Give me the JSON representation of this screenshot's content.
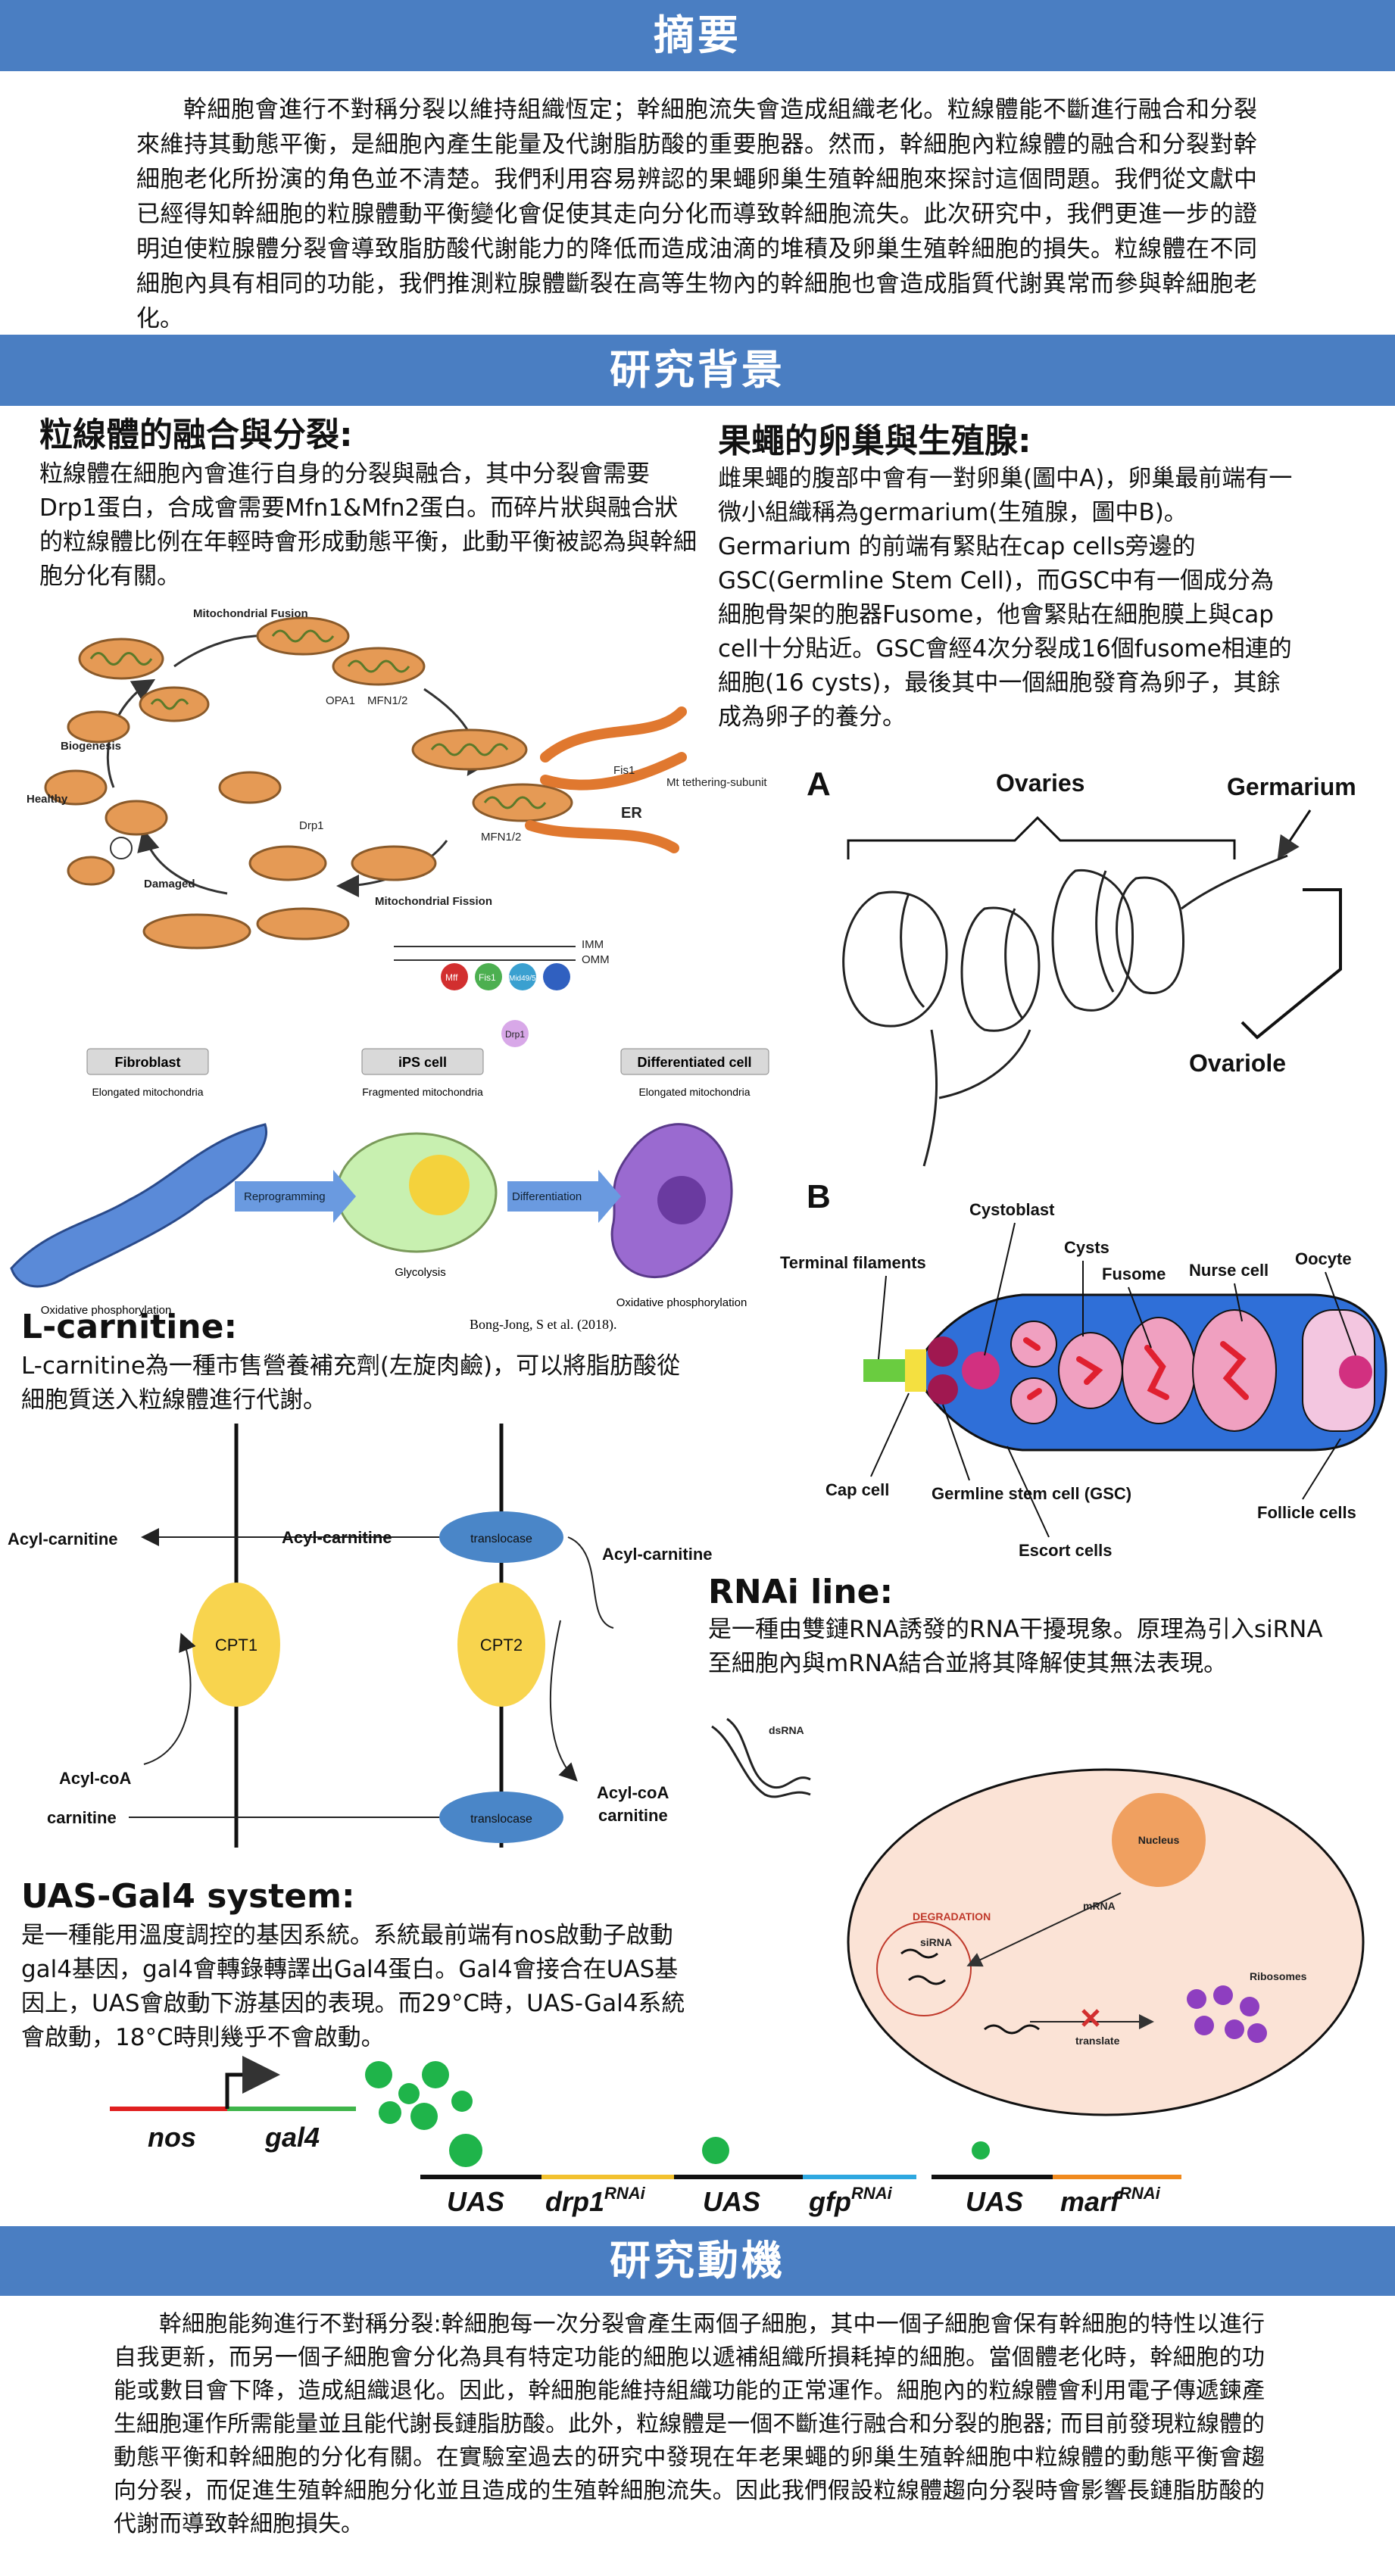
{
  "sections": {
    "abstract": {
      "title": "摘要",
      "text": "幹細胞會進行不對稱分裂以維持組織恆定；幹細胞流失會造成組織老化。粒線體能不斷進行融合和分裂來維持其動態平衡，是細胞內產生能量及代謝脂肪酸的重要胞器。然而，幹細胞內粒線體的融合和分裂對幹細胞老化所扮演的角色並不清楚。我們利用容易辨認的果蠅卵巢生殖幹細胞來探討這個問題。我們從文獻中已經得知幹細胞的粒腺體動平衡變化會促使其走向分化而導致幹細胞流失。此次研究中，我們更進一步的證明迫使粒腺體分裂會導致脂肪酸代謝能力的降低而造成油滴的堆積及卵巢生殖幹細胞的損失。粒線體在不同細胞內具有相同的功能，我們推測粒腺體斷裂在高等生物內的幹細胞也會造成脂質代謝異常而參與幹細胞老化。"
    },
    "background": {
      "title": "研究背景"
    },
    "motivation": {
      "title": "研究動機",
      "text": "幹細胞能夠進行不對稱分裂:幹細胞每一次分裂會產生兩個子細胞，其中一個子細胞會保有幹細胞的特性以進行自我更新，而另一個子細胞會分化為具有特定功能的細胞以遞補組織所損耗掉的細胞。當個體老化時，幹細胞的功能或數目會下降，造成組織退化。因此，幹細胞能維持組織功能的正常運作。細胞內的粒線體會利用電子傳遞鍊產生細胞運作所需能量並且能代謝長鏈脂肪酸。此外，粒線體是一個不斷進行融合和分裂的胞器; 而目前發現粒線體的動態平衡和幹細胞的分化有關。在實驗室過去的研究中發現在年老果蠅的卵巢生殖幹細胞中粒線體的動態平衡會趨向分裂，而促進生殖幹細胞分化並且造成的生殖幹細胞流失。因此我們假設粒線體趨向分裂時會影響長鏈脂肪酸的代謝而導致幹細胞損失。"
    }
  },
  "mito": {
    "title": "粒線體的融合與分裂:",
    "text": "粒線體在細胞內會進行自身的分裂與融合，其中分裂會需要Drp1蛋白，合成會需要Mfn1&Mfn2蛋白。而碎片狀與融合狀的粒線體比例在年輕時會形成動態平衡，此動平衡被認為與幹細胞分化有關。",
    "fig": {
      "fusion": "Mitochondrial Fusion",
      "opa1": "OPA1",
      "mfn12": "MFN1/2",
      "biogenesis": "Biogenesis",
      "healthy": "Healthy",
      "damaged": "Damaged",
      "drp1": "Drp1",
      "fission": "Mitochondrial Fission",
      "fis1": "Fis1",
      "mfn12b": "MFN1/2",
      "tether": "Mt tethering-subunit",
      "er": "ER",
      "imm": "IMM",
      "omm": "OMM",
      "mff": "Mff",
      "fis1b": "Fis1",
      "mid4951": "Mid49/51",
      "drp1b": "Drp1",
      "fibroblast": "Fibroblast",
      "fibro_sub": "Elongated mitochondria",
      "ips": "iPS cell",
      "ips_sub": "Fragmented mitochondria",
      "diff": "Differentiated cell",
      "diff_sub": "Elongated mitochondria",
      "reprog": "Reprogramming",
      "differentiation": "Differentiation",
      "oxphos1": "Oxidative phosphorylation",
      "glycolysis": "Glycolysis",
      "oxphos2": "Oxidative phosphorylation",
      "citation": "Bong-Jong, S et al. (2018)."
    }
  },
  "ovary": {
    "title": "果蠅的卵巢與生殖腺:",
    "text": "雌果蠅的腹部中會有一對卵巢(圖中A)，卵巢最前端有一微小組織稱為germarium(生殖腺，圖中B)。Germarium 的前端有緊貼在cap cells旁邊的GSC(Germline Stem Cell)，而GSC中有一個成分為細胞骨架的胞器Fusome，他會緊貼在細胞膜上與cap cell十分貼近。GSC會經4次分裂成16個fusome相連的細胞(16 cysts)，最後其中一個細胞發育為卵子，其餘成為卵子的養分。",
    "figA": {
      "letter": "A",
      "ovaries": "Ovaries",
      "germarium": "Germarium",
      "ovariole": "Ovariole"
    },
    "figB": {
      "letter": "B",
      "terminal": "Terminal filaments",
      "cystoblast": "Cystoblast",
      "cysts": "Cysts",
      "fusome": "Fusome",
      "nurse": "Nurse cell",
      "oocyte": "Oocyte",
      "cap": "Cap cell",
      "gsc": "Germline stem cell (GSC)",
      "escort": "Escort cells",
      "follicle": "Follicle cells"
    }
  },
  "carnitine": {
    "title": "L-carnitine:",
    "text": "L-carnitine為一種市售營養補充劑(左旋肉鹼)，可以將脂肪酸從細胞質送入粒線體進行代謝。",
    "fig": {
      "acyl_carnitine_left": "Acyl-carnitine",
      "acyl_carnitine_mid": "Acyl-carnitine",
      "acyl_carnitine_right": "Acyl-carnitine",
      "translocase_top": "translocase",
      "translocase_bottom": "translocase",
      "cpt1": "CPT1",
      "cpt2": "CPT2",
      "acyl_coa_left": "Acyl-coA",
      "carnitine_left": "carnitine",
      "acyl_coa_right": "Acyl-coA",
      "carnitine_right": "carnitine"
    }
  },
  "rnai": {
    "title": "RNAi line:",
    "text": "是一種由雙鏈RNA誘發的RNA干擾現象。原理為引入siRNA至細胞內與mRNA結合並將其降解使其無法表現。",
    "fig": {
      "dsrna": "dsRNA",
      "nucleus": "Nucleus",
      "mrna": "mRNA",
      "degradation": "DEGRADATION",
      "sirna": "siRNA",
      "ribosomes": "Ribosomes",
      "translate": "translate"
    }
  },
  "uas": {
    "title": "UAS-Gal4 system:",
    "text": "是一種能用溫度調控的基因系統。系統最前端有nos啟動子啟動gal4基因，gal4會轉錄轉譯出Gal4蛋白。Gal4會接合在UAS基因上，UAS會啟動下游基因的表現。而29°C時，UAS-Gal4系統會啟動，18°C時則幾乎不會啟動。",
    "fig": {
      "nos": "nos",
      "gal4": "gal4",
      "uas1": "UAS",
      "drp1": "drp1",
      "uas2": "UAS",
      "gfp": "gfp",
      "uas3": "UAS",
      "marf": "marf",
      "rnai_sup": "RNAi"
    }
  },
  "colors": {
    "band": "#4a7ec2",
    "mito": "#e59a55",
    "cpt": "#f8d44e",
    "translocase": "#4a86c8"
  }
}
